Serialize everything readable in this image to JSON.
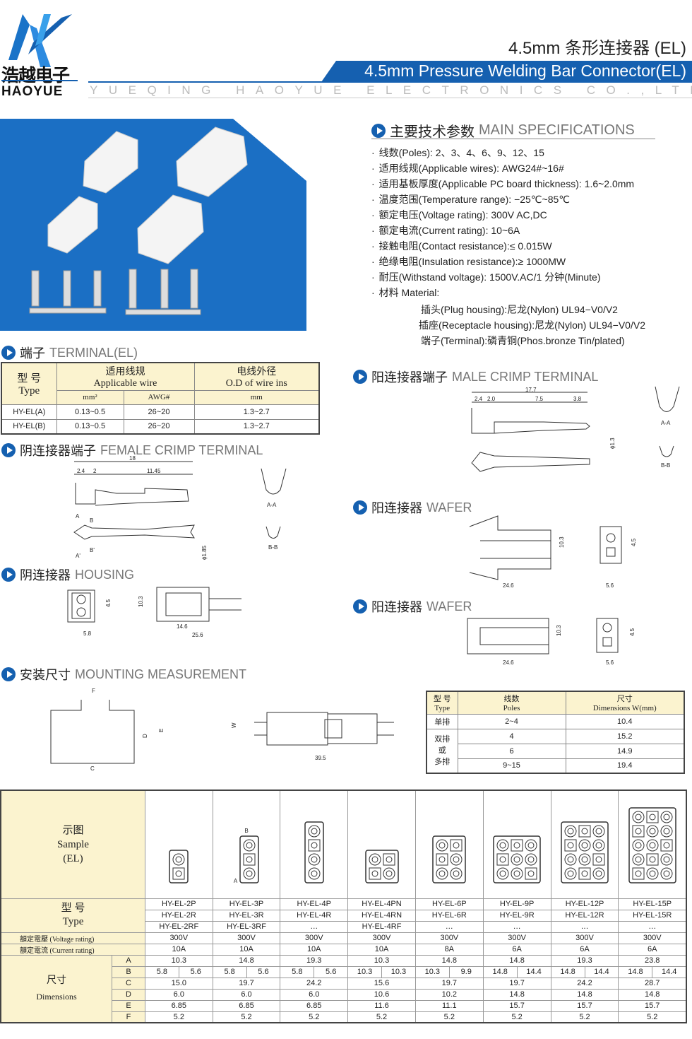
{
  "logo": {
    "cn": "浩越电子",
    "en": "HAOYUE"
  },
  "header": {
    "title_cn": "4.5mm 条形连接器 (EL)",
    "title_en": "4.5mm Pressure Welding Bar Connector(EL)",
    "company": "YUEQING HAOYUE ELECTRONICS CO.,LTD."
  },
  "colors": {
    "brand_blue": "#1560b0",
    "header_fill": "#fbf3cf"
  },
  "specs": {
    "cn": "主要技术参数",
    "en": "MAIN SPECIFICATIONS",
    "items": [
      "线数(Poles): 2、3、4、6、9、12、15",
      "适用线规(Applicable wires): AWG24#~16#",
      "适用基板厚度(Applicable PC board thickness): 1.6~2.0mm",
      "温度范围(Temperature range): −25℃~85℃",
      "额定电压(Voltage rating): 300V AC,DC",
      "额定电流(Current rating): 10~6A",
      "接触电阻(Contact resistance):≤ 0.015W",
      "绝缘电阻(Insulation resistance):≥ 1000MW",
      "耐压(Withstand voltage): 1500V.AC/1 分钟(Minute)",
      "材料 Material:"
    ],
    "materials": [
      "插头(Plug housing):尼龙(Nylon) UL94−V0/V2",
      "插座(Receptacle housing):尼龙(Nylon) UL94−V0/V2",
      "端子(Terminal):磷青铜(Phos.bronze Tin/plated)"
    ]
  },
  "terminal": {
    "cn": "端子",
    "en": "TERMINAL(EL)",
    "type_cn": "型 号",
    "type_en": "Type",
    "wire_cn": "适用线规",
    "wire_en": "Applicable wire",
    "od_cn": "电线外径",
    "od_en": "O.D of wire ins",
    "unit_mm2": "mm²",
    "unit_awg": "AWG#",
    "unit_mm": "mm",
    "rows": [
      {
        "type": "HY-EL(A)",
        "mm2": "0.13~0.5",
        "awg": "26~20",
        "od": "1.3~2.7"
      },
      {
        "type": "HY-EL(B)",
        "mm2": "0.13~0.5",
        "awg": "26~20",
        "od": "1.3~2.7"
      }
    ]
  },
  "female": {
    "cn": "阴连接器端子",
    "en": "FEMALE CRIMP TERMINAL",
    "dims": [
      "18",
      "2.4",
      "2",
      "11.45",
      "ϕ1.85"
    ],
    "A": "A",
    "B": "B",
    "A1": "A'",
    "B1": "B'",
    "aa": "A-A",
    "bb": "B-B"
  },
  "housing": {
    "cn": "阴连接器",
    "en": "HOUSING",
    "dims": [
      "4.5",
      "5.8",
      "10.3",
      "14.6",
      "25.6"
    ]
  },
  "male": {
    "cn": "阳连接器端子",
    "en": "MALE CRIMP TERMINAL",
    "dims": [
      "17.7",
      "2.4",
      "2.0",
      "7.5",
      "3.8",
      "ϕ1.3"
    ],
    "aa": "A-A",
    "bb": "B-B"
  },
  "wafer1": {
    "cn": "阳连接器",
    "en": "WAFER",
    "dims": [
      "10.3",
      "24.6",
      "4.5",
      "5.6"
    ]
  },
  "wafer2": {
    "cn": "阳连接器",
    "en": "WAFER",
    "dims": [
      "10.3",
      "24.6",
      "4.5",
      "5.6"
    ]
  },
  "mounting": {
    "cn": "安装尺寸",
    "en": "MOUNTING MEASUREMENT",
    "labels": [
      "F",
      "D",
      "E",
      "C",
      "W",
      "39.5"
    ],
    "table": {
      "type_cn": "型 号",
      "type_en": "Type",
      "poles_cn": "线数",
      "poles_en": "Poles",
      "dim_cn": "尺寸",
      "dim_en": "Dimensions W(mm)",
      "single": "单排",
      "multi": [
        "双排",
        "或",
        "多排"
      ],
      "rows": [
        {
          "poles": "2~4",
          "w": "10.4"
        },
        {
          "poles": "4",
          "w": "15.2"
        },
        {
          "poles": "6",
          "w": "14.9"
        },
        {
          "poles": "9~15",
          "w": "19.4"
        }
      ]
    }
  },
  "main_table": {
    "sample_cn": "示图",
    "sample_en": "Sample",
    "sample_el": "(EL)",
    "type_cn": "型 号",
    "type_en": "Type",
    "voltage": "額定電壓 (Voltage rating)",
    "current": "額定電流 (Current rating)",
    "dim_cn": "尺寸",
    "dim_en": "Dimensions",
    "sample_labels": [
      "B",
      "A"
    ],
    "columns": [
      {
        "p": "HY-EL-2P",
        "r": "HY-EL-2R",
        "rf": "HY-EL-2RF",
        "v": "300V",
        "i": "10A",
        "A": "10.3",
        "B": [
          "5.8",
          "5.6"
        ],
        "C": "15.0",
        "D": "6.0",
        "E": "6.85",
        "F": "5.2"
      },
      {
        "p": "HY-EL-3P",
        "r": "HY-EL-3R",
        "rf": "HY-EL-3RF",
        "v": "300V",
        "i": "10A",
        "A": "14.8",
        "B": [
          "5.8",
          "5.6"
        ],
        "C": "19.7",
        "D": "6.0",
        "E": "6.85",
        "F": "5.2"
      },
      {
        "p": "HY-EL-4P",
        "r": "HY-EL-4R",
        "rf": "…",
        "v": "300V",
        "i": "10A",
        "A": "19.3",
        "B": [
          "5.8",
          "5.6"
        ],
        "C": "24.2",
        "D": "6.0",
        "E": "6.85",
        "F": "5.2"
      },
      {
        "p": "HY-EL-4PN",
        "r": "HY-EL-4RN",
        "rf": "HY-EL-4RF",
        "v": "300V",
        "i": "10A",
        "A": "10.3",
        "B": [
          "10.3",
          "10.3"
        ],
        "C": "15.6",
        "D": "10.6",
        "E": "11.6",
        "F": "5.2"
      },
      {
        "p": "HY-EL-6P",
        "r": "HY-EL-6R",
        "rf": "…",
        "v": "300V",
        "i": "8A",
        "A": "14.8",
        "B": [
          "10.3",
          "9.9"
        ],
        "C": "19.7",
        "D": "10.2",
        "E": "11.1",
        "F": "5.2"
      },
      {
        "p": "HY-EL-9P",
        "r": "HY-EL-9R",
        "rf": "…",
        "v": "300V",
        "i": "6A",
        "A": "14.8",
        "B": [
          "14.8",
          "14.4"
        ],
        "C": "19.7",
        "D": "14.8",
        "E": "15.7",
        "F": "5.2"
      },
      {
        "p": "HY-EL-12P",
        "r": "HY-EL-12R",
        "rf": "…",
        "v": "300V",
        "i": "6A",
        "A": "19.3",
        "B": [
          "14.8",
          "14.4"
        ],
        "C": "24.2",
        "D": "14.8",
        "E": "15.7",
        "F": "5.2"
      },
      {
        "p": "HY-EL-15P",
        "r": "HY-EL-15R",
        "rf": "…",
        "v": "300V",
        "i": "6A",
        "A": "23.8",
        "B": [
          "14.8",
          "14.4"
        ],
        "C": "28.7",
        "D": "14.8",
        "E": "15.7",
        "F": "5.2"
      }
    ],
    "dim_letters": [
      "A",
      "B",
      "C",
      "D",
      "E",
      "F"
    ]
  }
}
